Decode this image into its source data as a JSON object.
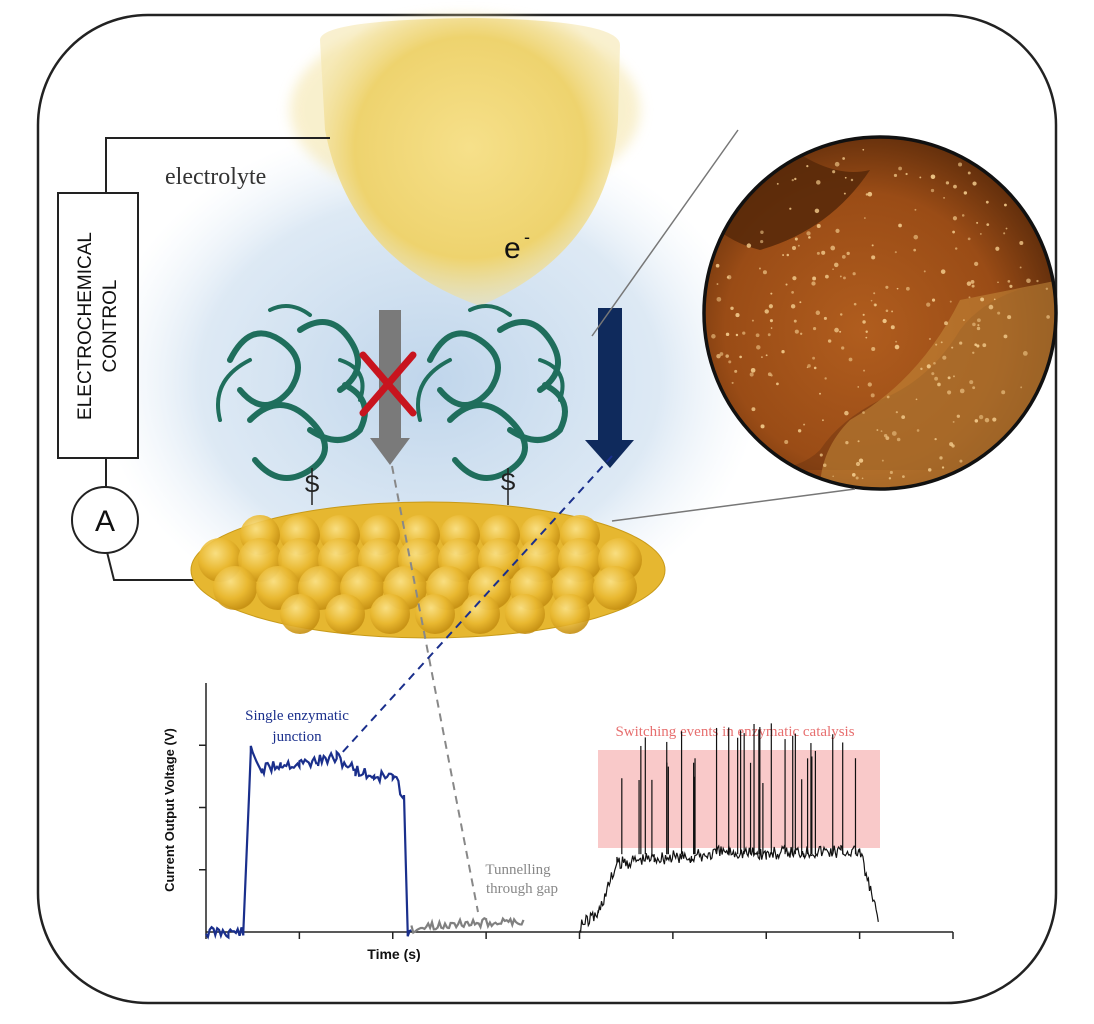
{
  "labels": {
    "electrolyte": "electrolyte",
    "electron": "e",
    "electron_sup": "-",
    "control_line1": "ELECTROCHEMICAL",
    "control_line2": "CONTROL",
    "ammeter": "A",
    "sulfur_left": "S",
    "sulfur_right": "S",
    "single_junction_line1": "Single enzymatic",
    "single_junction_line2": "junction",
    "tunnelling_line1": "Tunnelling",
    "tunnelling_line2": "through gap",
    "switching": "Switching events in enzymatic catalysis"
  },
  "colors": {
    "tip_gold": "#f1d46a",
    "substrate_gold": "#e8b82c",
    "electrolyte_blue": "#c9dcee",
    "enzyme_green": "#1f6e5c",
    "blocked_arrow": "#7a7a7a",
    "cross_red": "#c8141e",
    "active_arrow": "#0f2a5c",
    "junction_trace": "#1a2f8c",
    "gap_trace": "#808080",
    "switching_trace": "#111111",
    "switching_band": "#f9c9c9",
    "switching_text": "#e76f6f",
    "stm_brown": "#a0501a"
  },
  "chart_data": {
    "type": "line",
    "xlabel": "Time (s)",
    "ylabel": "Current Output Voltage (V)",
    "series": [
      {
        "segment": "junction",
        "x": [
          0,
          0.6,
          1.0,
          1.2,
          1.5,
          2.0,
          2.5,
          3.0,
          3.5,
          4.0,
          4.5,
          5.0,
          5.3,
          5.4,
          5.5
        ],
        "y": [
          0,
          0,
          0,
          2.9,
          2.6,
          2.7,
          2.7,
          2.75,
          2.8,
          2.6,
          2.5,
          2.5,
          2.2,
          0,
          0
        ]
      },
      {
        "segment": "gap",
        "x": [
          5.5,
          6.5,
          7.5,
          8.5
        ],
        "y": [
          0.05,
          0.12,
          0.15,
          0.18
        ]
      },
      {
        "segment": "switching",
        "x": [
          10.0,
          10.5,
          11.0,
          12.0,
          13.0,
          14.0,
          15.0,
          16.0,
          17.0,
          17.5,
          18.0
        ],
        "y": [
          0.1,
          0.3,
          1.1,
          1.2,
          1.2,
          1.3,
          1.25,
          1.3,
          1.3,
          1.3,
          0.2
        ]
      }
    ]
  }
}
